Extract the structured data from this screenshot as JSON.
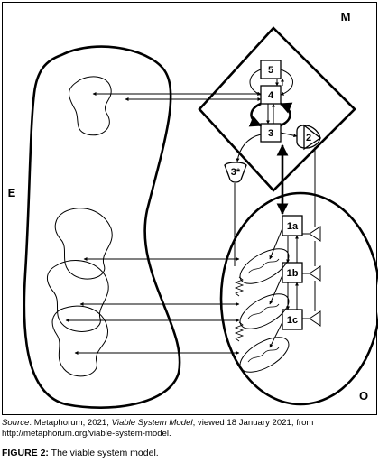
{
  "diagram": {
    "labels": {
      "management": "M",
      "environment": "E",
      "operations": "O",
      "s5": "5",
      "s4": "4",
      "s3": "3",
      "s2": "2",
      "s3_star": "3*",
      "op1a": "1a",
      "op1b": "1b",
      "op1c": "1c"
    }
  },
  "caption": {
    "source_label": "Source",
    "source_prefix": ": Metaphorum, 2021, ",
    "source_title": "Viable System Model",
    "source_suffix": ", viewed 18 January 2021, from http://metaphorum.org/viable-system-model."
  },
  "figure": {
    "number": "FIGURE 2:",
    "title": " The viable system model."
  }
}
